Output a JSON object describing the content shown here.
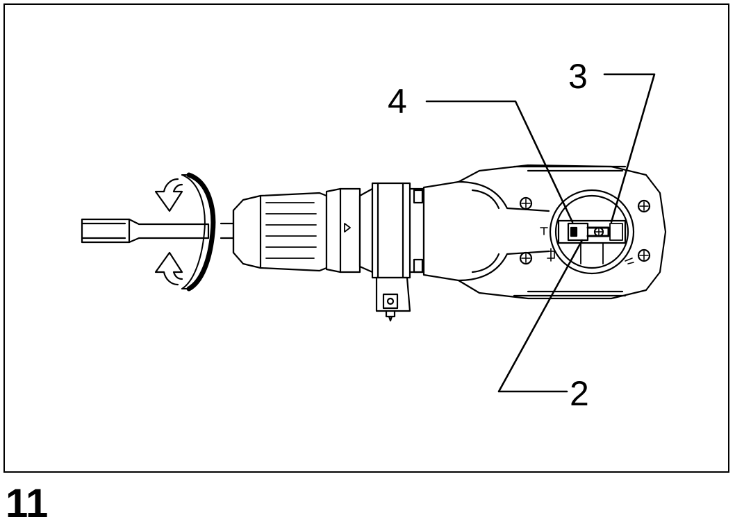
{
  "figure": {
    "number": "11",
    "callouts": {
      "c2": "2",
      "c3": "3",
      "c4": "4"
    }
  },
  "colors": {
    "ink": "#000000",
    "paper": "#ffffff"
  }
}
